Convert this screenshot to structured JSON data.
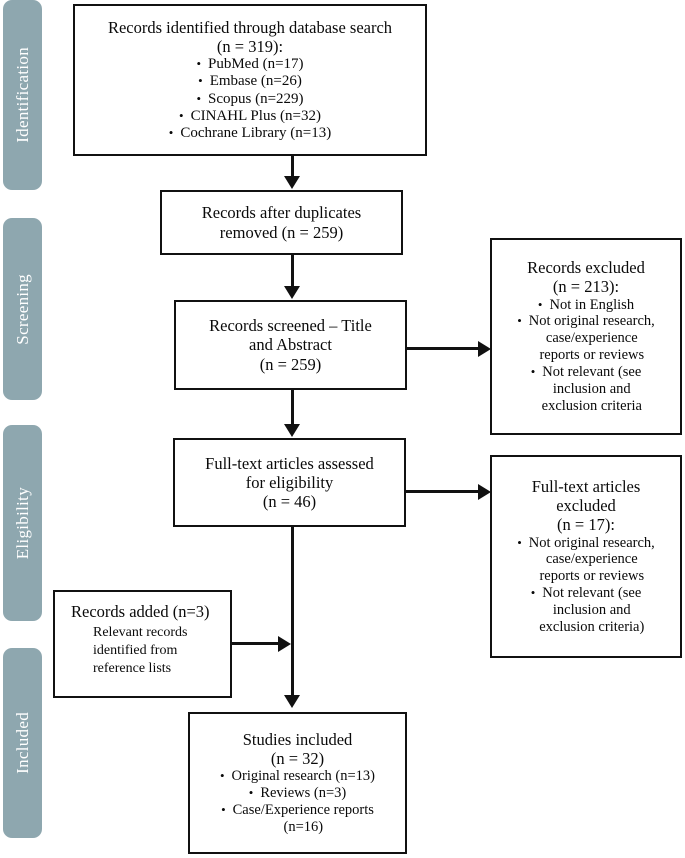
{
  "stages": [
    {
      "label": "Identification"
    },
    {
      "label": "Screening"
    },
    {
      "label": "Eligibility"
    },
    {
      "label": "Included"
    }
  ],
  "boxes": {
    "identified": {
      "title": "Records identified through database search",
      "count": "(n = 319):",
      "sources": [
        "PubMed (n=17)",
        "Embase (n=26)",
        "Scopus (n=229)",
        "CINAHL Plus (n=32)",
        "Cochrane Library (n=13)"
      ]
    },
    "duplicates_removed": {
      "line1": "Records after duplicates",
      "line2": "removed (n = 259)"
    },
    "screened": {
      "line1": "Records screened – Title",
      "line2": "and Abstract",
      "count": "(n = 259)"
    },
    "records_excluded": {
      "title": "Records excluded",
      "count": "(n = 213):",
      "reasons": [
        [
          "Not in English"
        ],
        [
          "Not original research,",
          "case/experience",
          "reports or reviews"
        ],
        [
          "Not relevant (see",
          "inclusion and",
          "exclusion criteria"
        ]
      ]
    },
    "fulltext_assessed": {
      "line1": "Full-text articles assessed",
      "line2": "for eligibility",
      "count": "(n = 46)"
    },
    "fulltext_excluded": {
      "line1": "Full-text articles",
      "line2": "excluded",
      "count": "(n = 17):",
      "reasons": [
        [
          "Not original research,",
          "case/experience",
          "reports or reviews"
        ],
        [
          "Not relevant (see",
          "inclusion and",
          "exclusion criteria)"
        ]
      ]
    },
    "records_added": {
      "title": "Records added (n=3)",
      "body": [
        "Relevant records",
        "identified from",
        "reference lists"
      ]
    },
    "studies_included": {
      "title": "Studies included",
      "count": "(n = 32)",
      "items": [
        [
          "Original research (n=13)"
        ],
        [
          "Reviews (n=3)"
        ],
        [
          "Case/Experience reports",
          "(n=16)"
        ]
      ]
    }
  },
  "glyphs": {
    "bullet": "•"
  },
  "colors": {
    "stage_tab": "#8ea7af",
    "stage_text": "#ffffff",
    "box_border": "#111111",
    "connector": "#111111",
    "page_background": "#ffffff"
  }
}
